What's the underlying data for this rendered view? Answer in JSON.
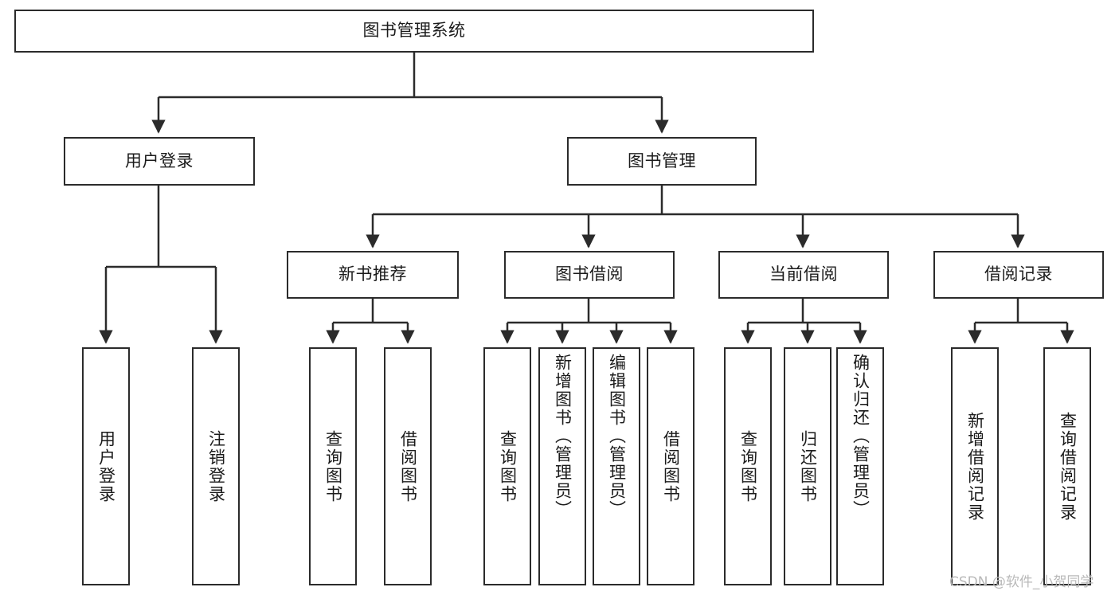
{
  "diagram": {
    "title": "图书管理系统",
    "type": "tree-hierarchy",
    "line_color": "#2b2b2b",
    "box_fill": "#ffffff",
    "text_color": "#1b1b1b"
  },
  "root": {
    "label": "图书管理系统"
  },
  "level2": [
    {
      "label": "用户登录"
    },
    {
      "label": "图书管理"
    }
  ],
  "level3": [
    {
      "label": "新书推荐"
    },
    {
      "label": "图书借阅"
    },
    {
      "label": "当前借阅"
    },
    {
      "label": "借阅记录"
    }
  ],
  "leaves": {
    "user_login": [
      {
        "label": "用户登录"
      },
      {
        "label": "注销登录"
      }
    ],
    "new_book_recommend": [
      {
        "label": "查询图书"
      },
      {
        "label": "借阅图书"
      }
    ],
    "book_borrow": [
      {
        "label": "查询图书"
      },
      {
        "label": "新增图书（管理员）"
      },
      {
        "label": "编辑图书（管理员）"
      },
      {
        "label": "借阅图书"
      }
    ],
    "current_borrow": [
      {
        "label": "查询图书"
      },
      {
        "label": "归还图书"
      },
      {
        "label": "确认归还（管理员）"
      }
    ],
    "borrow_record": [
      {
        "label": "新增借阅记录"
      },
      {
        "label": "查询借阅记录"
      }
    ]
  },
  "watermark": {
    "text": "CSDN @软件_小贺同学"
  }
}
